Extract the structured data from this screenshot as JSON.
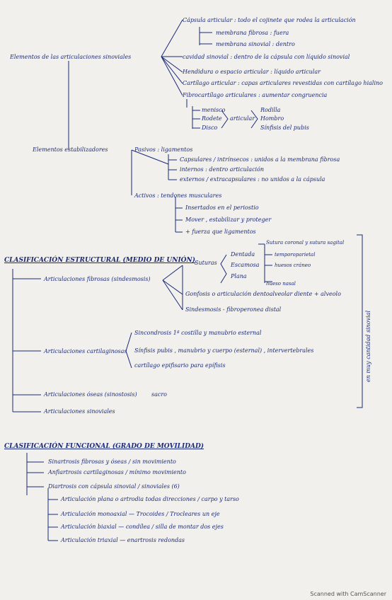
{
  "section1": {
    "root1": "Elementos de las articulaciones sinoviales",
    "capsula": "Cápsula articular : todo el cojinete que rodea la articulación",
    "membrana_fibrosa": "membrana fibrosa : fuera",
    "membrana_sinovial": "membrana sinovial : dentro",
    "cavidad": "cavidad sinovial : dentro de la cápsula con líquido sinovial",
    "hendidura": "Hendidura o espacio articular : líquido articular",
    "cartilago": "Cartílago articular : capas articulares revestidas con cartílago hialino",
    "fibrocartilago": "Fibrocartílago articulares : aumentar congruencia",
    "menisco": "menisco",
    "rodete": "Rodete",
    "disco": "Disco",
    "articular": "articular",
    "rodilla": "Rodilla",
    "hombro": "Hombro",
    "sinfisis_pubis": "Sínfisis del pubis",
    "root2": "Elementos estabilizadores",
    "pasivos": "Pasivos : ligamentos",
    "capsulares": "Capsulares / intrínsecos : unidos a la membrana fibrosa",
    "internos": "internos : dentro articulación",
    "externos": "externos / extracapsulares : no unidos a la cápsula",
    "activos": "Activos : tendones musculares",
    "insertado": "Insertados en el periostio",
    "mover": "Mover , estabilizar y proteger",
    "fuerza": "+ fuerza que ligamentos"
  },
  "section2": {
    "heading": "CLASIFICACIÓN ESTRUCTURAL (MEDIO DE UNIÓN)",
    "fibrosas": "Articulaciones fibrosas (sindesmosis)",
    "suturas": "Suturas",
    "dentada": "Dentada",
    "escamosa": "Escamosa",
    "plana": "Plana",
    "sutura_coronal": "Sutura coronal y sutura sagital",
    "temporoparietal": "temporoparietal",
    "huesos_craneo": "huesos cráneo",
    "hueso_nasal": "hueso nasal",
    "gonfosis": "Gonfosis o articulación dentoalveolar diente + alveolo",
    "sindesmosis": "Sindesmosis - fibroperonea distal",
    "cartilaginosas": "Articulaciones cartilaginosas",
    "sincondrosis": "Sincondrosis 1ª costilla y manubrio esternal",
    "sinfisis": "Sínfisis pubis , manubrio y cuerpo (esternal) , intervertebrales",
    "cartilago_epifisario": "cartílago epifisario para epífisis",
    "oseas": "Articulaciones óseas (sinostosis)",
    "sacro": "sacro",
    "sinoviales": "Articulaciones sinoviales",
    "brace_note": "en muy cantidad sinovial"
  },
  "section3": {
    "heading": "CLASIFICACIÓN FUNCIONAL (GRADO DE MOVILIDAD)",
    "sinartrosis": "Sinartrosis fibrosas y óseas / sin movimiento",
    "anfiartrosis": "Anfiartrosis cartilaginosas / mínimo movimiento",
    "diartrosis": "Diartrosis con cápsula sinovial / sinoviales (6)",
    "plana": "Articulación plana o artrodia todas direcciones / carpo y tarso",
    "monoaxial": "Articulación monoaxial — Trocoides / Trocleares un eje",
    "biaxial": "Articulación biaxial — condílea / silla de montar dos ejes",
    "triaxial": "Articulación triaxial — enartrosis redondas"
  },
  "footer": "Scanned with CamScanner"
}
